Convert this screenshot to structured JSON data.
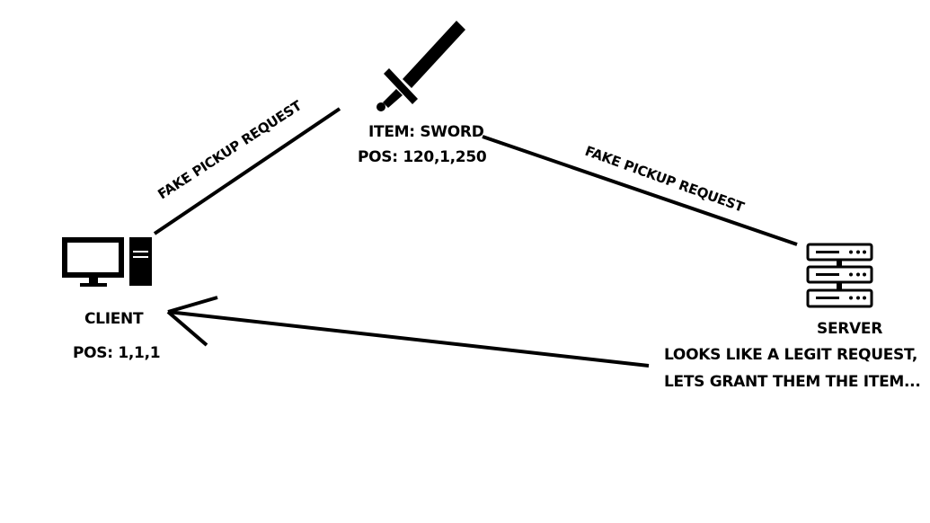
{
  "item": {
    "name_label": "ITEM: SWORD",
    "pos_label": "POS: 120,1,250"
  },
  "client": {
    "name_label": "CLIENT",
    "pos_label": "POS: 1,1,1"
  },
  "server": {
    "name_label": "SERVER",
    "response_line1": "LOOKS LIKE A LEGIT REQUEST,",
    "response_line2": "LETS GRANT THEM THE ITEM..."
  },
  "edges": {
    "client_to_item_label": "FAKE PICKUP REQUEST",
    "item_to_server_label": "FAKE PICKUP REQUEST"
  },
  "icons": {
    "item": "sword-icon",
    "client": "desktop-computer-icon",
    "server": "server-rack-icon"
  },
  "colors": {
    "ink": "#000000",
    "background": "#ffffff"
  }
}
